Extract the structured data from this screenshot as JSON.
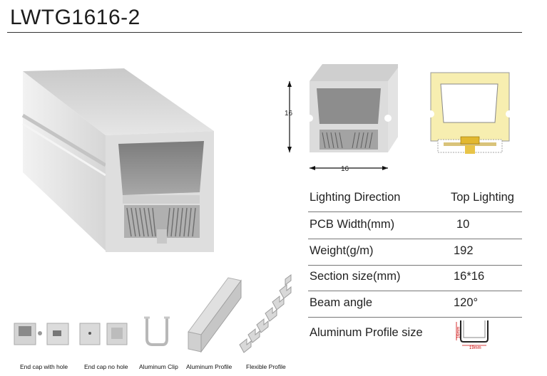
{
  "header": {
    "title": "LWTG1616-2"
  },
  "dimensions": {
    "height_label": "16",
    "width_label": "16"
  },
  "specs": [
    {
      "label": "Lighting  Direction",
      "value": "Top Lighting"
    },
    {
      "label": "PCB  Width(mm)",
      "value": "10"
    },
    {
      "label": "Weight(g/m)",
      "value": "192"
    },
    {
      "label": "Section size(mm)",
      "value": "16*16"
    },
    {
      "label": "Beam angle",
      "value": "120°"
    },
    {
      "label": "Aluminum Profile size",
      "value": ""
    }
  ],
  "profile_dims": {
    "height": "16mm",
    "width": "19mm"
  },
  "accessories": [
    {
      "caption": "End cap with hole"
    },
    {
      "caption": "End cap no hole"
    },
    {
      "caption": "Aluminum Clip"
    },
    {
      "caption": "Aluminum Profile"
    },
    {
      "caption": "Flexible Profile"
    }
  ],
  "colors": {
    "led_glow": "#f7eeb0",
    "profile_gray": "#d8d8d8",
    "shadow_gray": "#8c8c8c"
  }
}
